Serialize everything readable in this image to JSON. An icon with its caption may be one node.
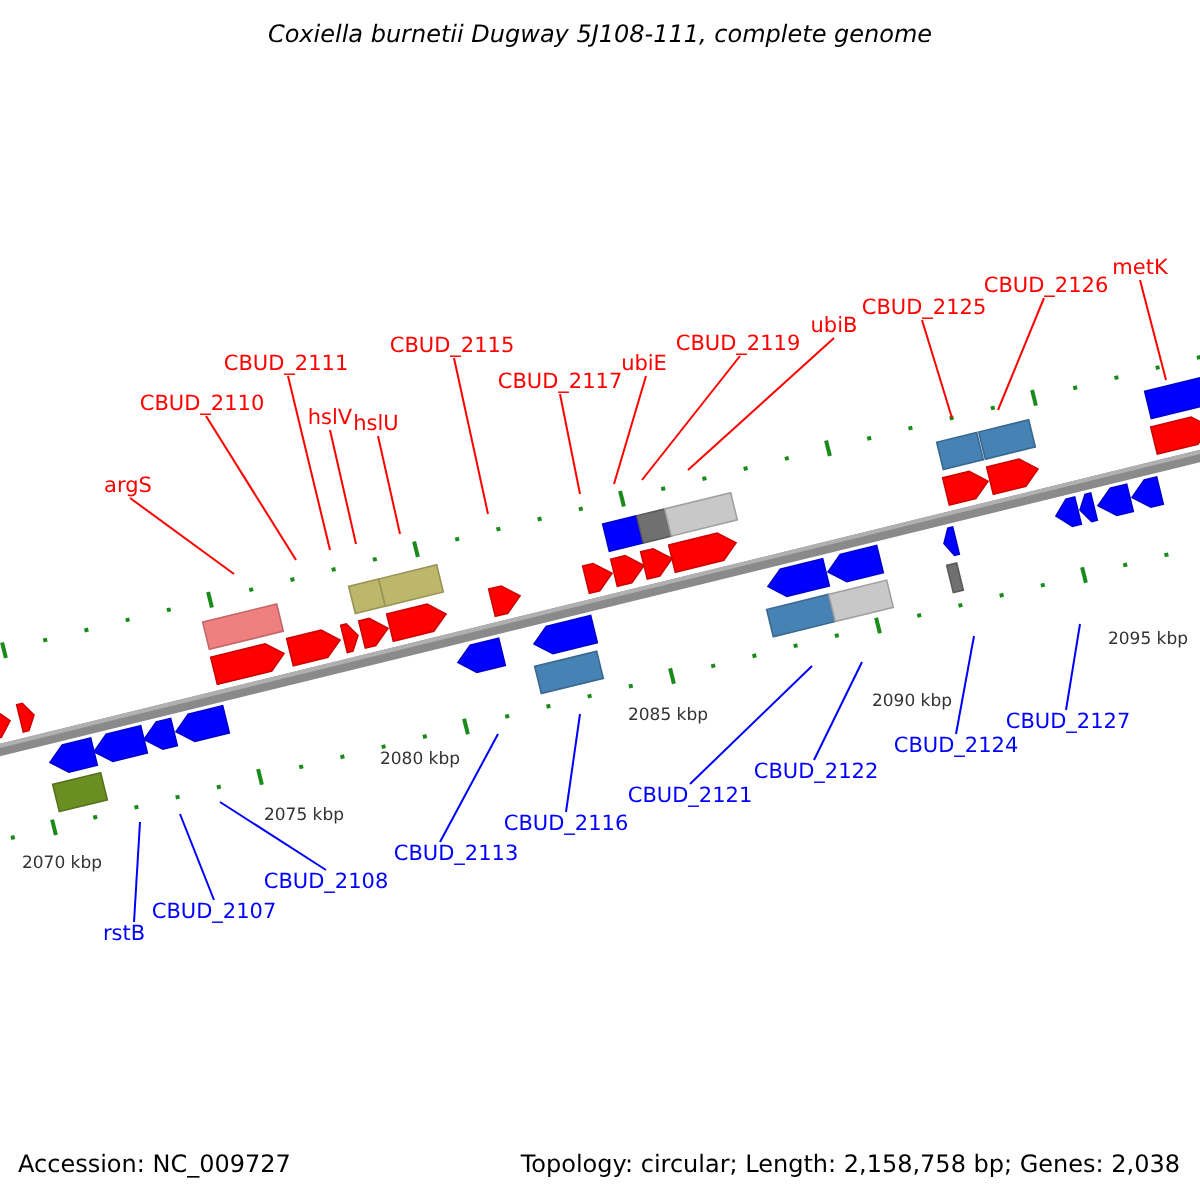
{
  "diagram": {
    "title": "Coxiella burnetii Dugway 5J108-111, complete genome",
    "nodes": [
      {
        "text": [
          "argS"
        ]
      },
      {
        "text": [
          "CBUD_2110"
        ]
      },
      {
        "text": [
          "CBUD_2111"
        ]
      },
      {
        "text": [
          "hslV"
        ]
      },
      {
        "text": [
          "hslU"
        ]
      },
      {
        "text": [
          "CBUD_2115"
        ]
      },
      {
        "text": [
          "CBUD_2117"
        ]
      },
      {
        "text": [
          "ubiE"
        ]
      },
      {
        "text": [
          "CBUD_2119"
        ]
      },
      {
        "text": [
          "ubiB"
        ]
      },
      {
        "text": [
          "CBUD_2125"
        ]
      },
      {
        "text": [
          "CBUD_2126"
        ]
      },
      {
        "text": [
          "metK"
        ]
      },
      {
        "text": [
          "rstB"
        ]
      },
      {
        "text": [
          "CBUD_2107"
        ]
      },
      {
        "text": [
          "CBUD_2108"
        ]
      },
      {
        "text": [
          "CBUD_2113"
        ]
      },
      {
        "text": [
          "CBUD_2116"
        ]
      },
      {
        "text": [
          "CBUD_2121"
        ]
      },
      {
        "text": [
          "CBUD_2122"
        ]
      },
      {
        "text": [
          "CBUD_2124"
        ]
      },
      {
        "text": [
          "CBUD_2127"
        ]
      }
    ],
    "edges": [
      {
        "from": 0,
        "to": null,
        "arrow": "none"
      },
      {
        "from": 1,
        "to": null,
        "arrow": "none"
      },
      {
        "from": 2,
        "to": null,
        "arrow": "none"
      },
      {
        "from": 3,
        "to": null,
        "arrow": "none"
      },
      {
        "from": 4,
        "to": null,
        "arrow": "none"
      },
      {
        "from": 5,
        "to": null,
        "arrow": "none"
      },
      {
        "from": 6,
        "to": null,
        "arrow": "none"
      },
      {
        "from": 7,
        "to": null,
        "arrow": "none"
      },
      {
        "from": 8,
        "to": null,
        "arrow": "none"
      },
      {
        "from": 9,
        "to": null,
        "arrow": "none"
      },
      {
        "from": 10,
        "to": null,
        "arrow": "none"
      },
      {
        "from": 11,
        "to": null,
        "arrow": "none"
      },
      {
        "from": 12,
        "to": null,
        "arrow": "none"
      },
      {
        "from": 13,
        "to": null,
        "arrow": "none",
        "color": "#0000ff"
      },
      {
        "from": 14,
        "to": null,
        "arrow": "none",
        "color": "#0000ff"
      },
      {
        "from": 15,
        "to": null,
        "arrow": "none",
        "color": "#0000ff"
      },
      {
        "from": 16,
        "to": null,
        "arrow": "none",
        "color": "#0000ff"
      },
      {
        "from": 17,
        "to": null,
        "arrow": "none",
        "color": "#0000ff"
      },
      {
        "from": 18,
        "to": null,
        "arrow": "none",
        "color": "#0000ff"
      },
      {
        "from": 19,
        "to": null,
        "arrow": "none",
        "color": "#0000ff"
      },
      {
        "from": 20,
        "to": null,
        "arrow": "none",
        "color": "#0000ff"
      },
      {
        "from": 21,
        "to": null,
        "arrow": "none",
        "color": "#0000ff"
      }
    ],
    "labels": [
      "2070 kbp",
      "2075 kbp",
      "2080 kbp",
      "2085 kbp",
      "2090 kbp",
      "2095 kbp",
      "Accession: NC_009727",
      "Topology: circular; Length: 2,158,758 bp; Genes: 2,038"
    ]
  }
}
